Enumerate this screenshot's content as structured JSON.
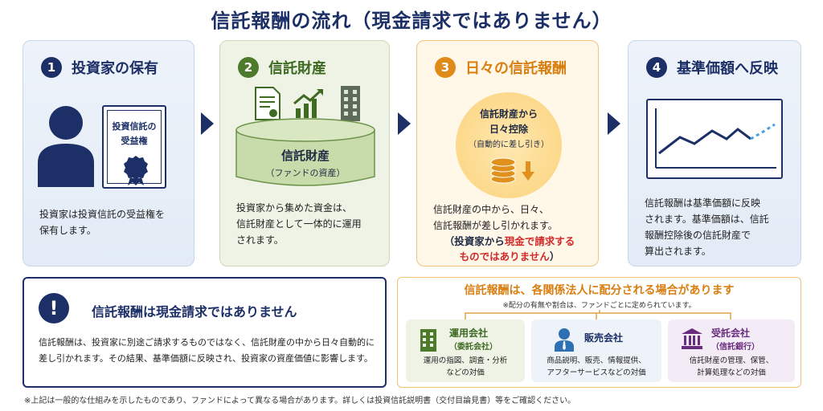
{
  "title": "信託報酬の流れ（現金請求ではありません）",
  "steps": [
    {
      "num": "1",
      "label": "投資家の保有",
      "cert_line1": "投資信託の",
      "cert_line2": "受益権",
      "desc": [
        "投資家は投資信託の受益権を",
        "保有します。"
      ]
    },
    {
      "num": "2",
      "label": "信託財産",
      "drum_title": "信託財産",
      "drum_sub": "（ファンドの資産）",
      "desc": [
        "投資家から集めた資金は、",
        "信託財産として一体的に運用",
        "されます。"
      ]
    },
    {
      "num": "3",
      "label": "日々の信託報酬",
      "circle_line1": "信託財産から",
      "circle_line2": "日々控除",
      "circle_line3": "（自動的に差し引き）",
      "desc": [
        "信託財産の中から、日々、",
        "信託報酬が差し引かれます。"
      ],
      "note_1": "（投資家から",
      "note_red_1": "現金で請求する",
      "note_red_2": "ものではありません",
      "note_2": "）"
    },
    {
      "num": "4",
      "label": "基準価額へ反映",
      "desc": [
        "信託報酬は基準価額に反映",
        "されます。基準価額は、信託",
        "報酬控除後の信託財産で",
        "算出されます。"
      ]
    }
  ],
  "warning": {
    "icon": "!",
    "title": "信託報酬は現金請求ではありません",
    "text": [
      "信託報酬は、投資家に別途ご請求するものではなく、信託財産の中から日々自動的に",
      "差し引かれます。その結果、基準価額に反映され、投資家の資産価値に影響します。"
    ]
  },
  "distribution": {
    "title": "信託報酬は、各関係法人に配分される場合があります",
    "note": "※配分の有無や割合は、ファンドごとに定められています。",
    "parties": [
      {
        "name": "運用会社",
        "sub": "（委託会社）",
        "desc": [
          "運用の指図、調査・分析",
          "などの対価"
        ]
      },
      {
        "name": "販売会社",
        "sub": "",
        "desc": [
          "商品説明、販売、情報提供、",
          "アフターサービスなどの対価"
        ]
      },
      {
        "name": "受託会社",
        "sub": "（信託銀行）",
        "desc": [
          "信託財産の管理、保管、",
          "計算処理などの対価"
        ]
      }
    ]
  },
  "footnote": "※上記は一般的な仕組みを示したものであり、ファンドによって異なる場合があります。詳しくは投資信託説明書（交付目論見書）等をご確認ください。",
  "colors": {
    "navy": "#1c2f66",
    "green": "#4e7a2c",
    "orange": "#e08a1a",
    "red": "#d12a2a",
    "purple": "#6a2c7e"
  },
  "icons": [
    "person-icon",
    "certificate-icon",
    "document-icon",
    "growth-chart-icon",
    "building-icon",
    "coins-icon",
    "down-arrow-icon",
    "line-chart-icon",
    "exclamation-icon",
    "office-icon",
    "salesperson-icon",
    "bank-icon"
  ]
}
